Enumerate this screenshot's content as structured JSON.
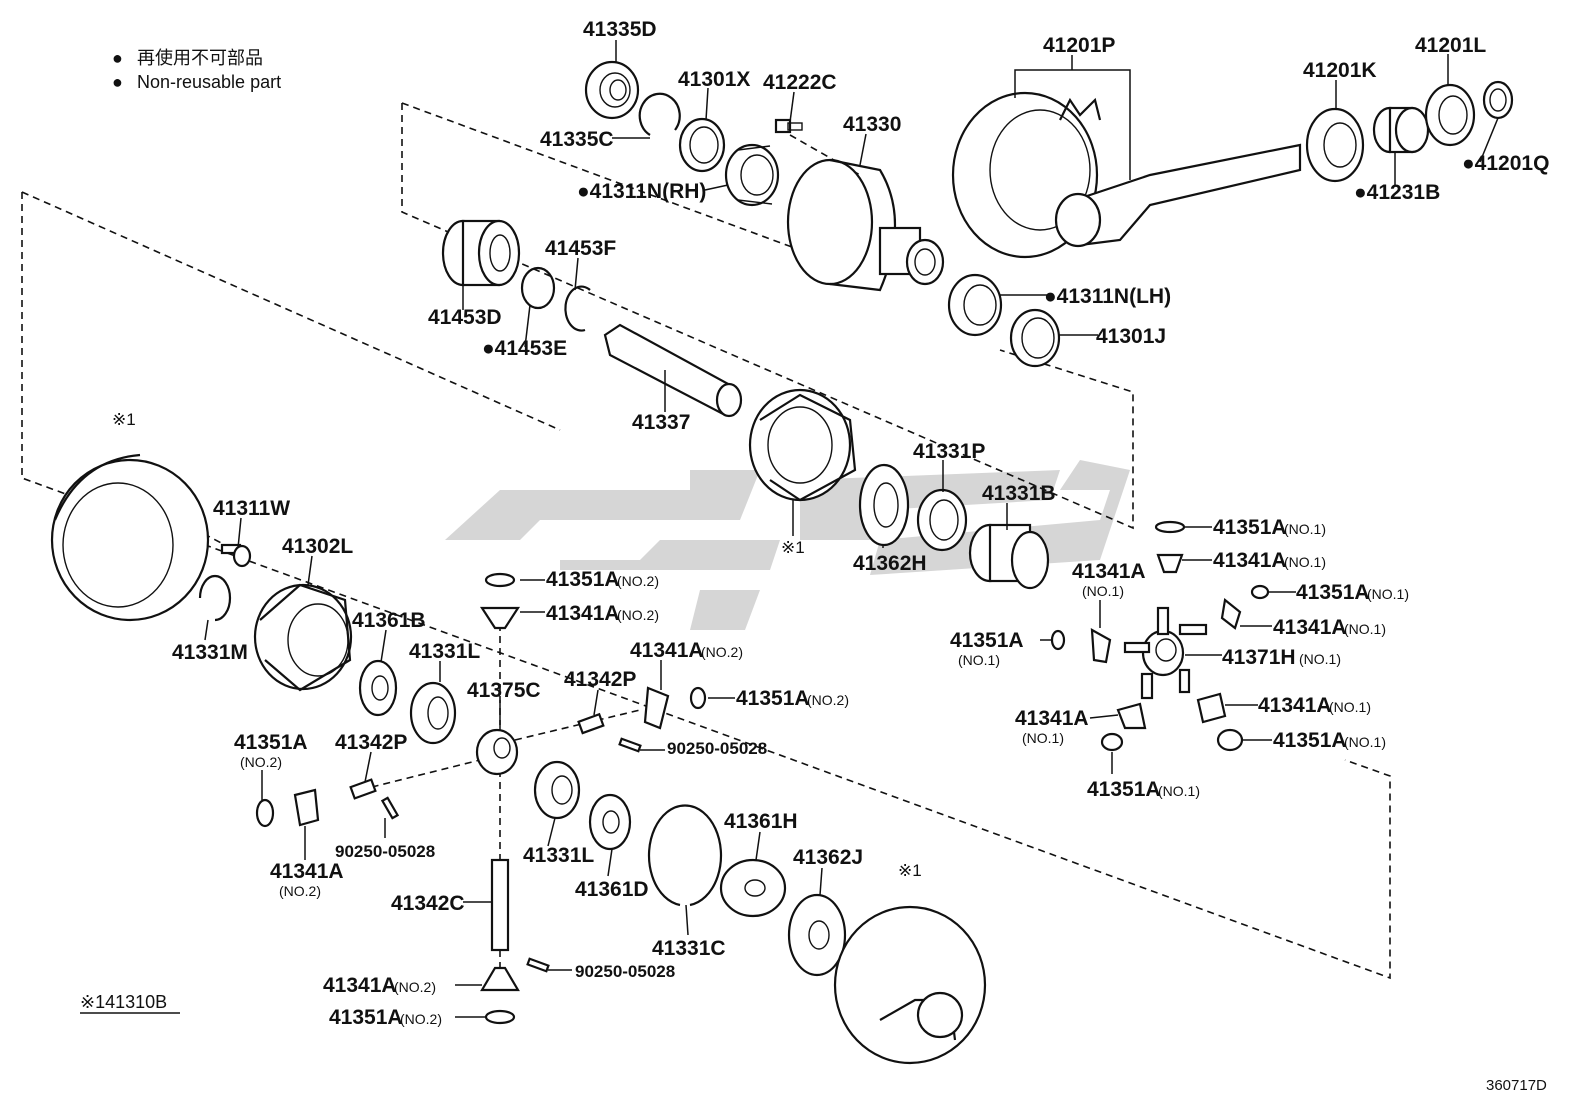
{
  "legend": {
    "bullet": "●",
    "line_ja": "再使用不可部品",
    "line_en": "Non-reusable part"
  },
  "footnote": "※141310B",
  "catalog_id": "360717D",
  "star_mark": "※1",
  "labels": {
    "l41335D": "41335D",
    "l41301X": "41301X",
    "l41222C": "41222C",
    "l41330": "41330",
    "l41201P": "41201P",
    "l41201K": "41201K",
    "l41201L": "41201L",
    "l41201Q": "●41201Q",
    "l41231B": "●41231B",
    "l41335C": "41335C",
    "l41311N_RH": "●41311N(RH)",
    "l41311N_LH": "●41311N(LH)",
    "l41301J": "41301J",
    "l41453F": "41453F",
    "l41453D": "41453D",
    "l41453E": "●41453E",
    "l41337": "41337",
    "l41331P": "41331P",
    "l41331B": "41331B",
    "l41362H": "41362H",
    "l41311W": "41311W",
    "l41302L": "41302L",
    "l41331M": "41331M",
    "l41361B": "41361B",
    "l41331L_a": "41331L",
    "l41375C": "41375C",
    "l41342P_a": "41342P",
    "l41342P_b": "41342P",
    "l41331L_b": "41331L",
    "l41361D": "41361D",
    "l41361H": "41361H",
    "l41362J": "41362J",
    "l41331C": "41331C",
    "l41342C": "41342C",
    "l90250_a": "90250-05028",
    "l90250_b": "90250-05028",
    "l90250_c": "90250-05028",
    "l41371H": "41371H",
    "p41351A": "41351A",
    "p41341A": "41341A",
    "no1": "(NO.1)",
    "no2": "(NO.2)"
  }
}
